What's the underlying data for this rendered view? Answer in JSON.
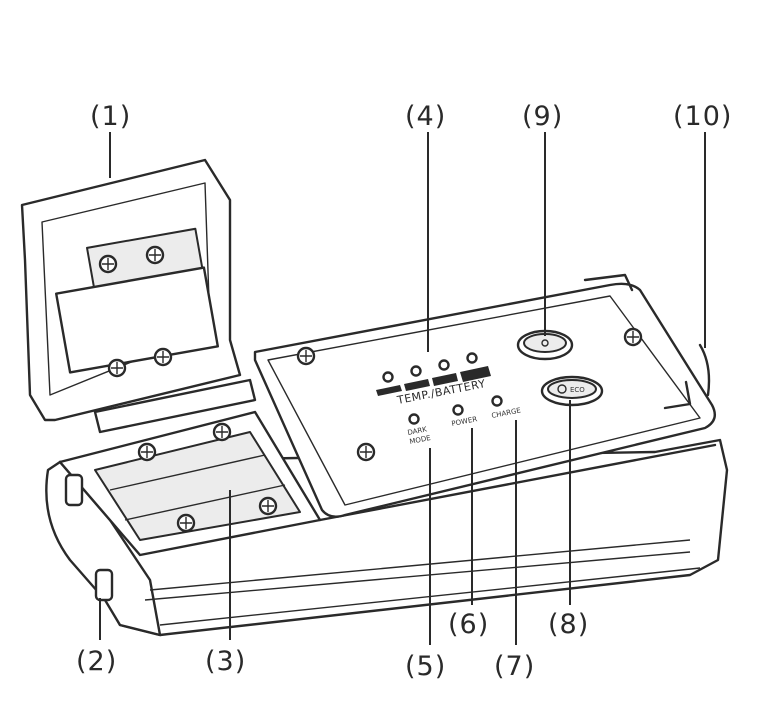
{
  "callouts": {
    "c1": "(1)",
    "c2": "(2)",
    "c3": "(3)",
    "c4": "(4)",
    "c5": "(5)",
    "c6": "(6)",
    "c7": "(7)",
    "c8": "(8)",
    "c9": "(9)",
    "c10": "(10)"
  },
  "panel": {
    "temp_battery": "TEMP./BATTERY",
    "dark_mode_line1": "DARK",
    "dark_mode_line2": "MODE",
    "power": "POWER",
    "charge": "CHARGE",
    "button_label": "ECO"
  }
}
